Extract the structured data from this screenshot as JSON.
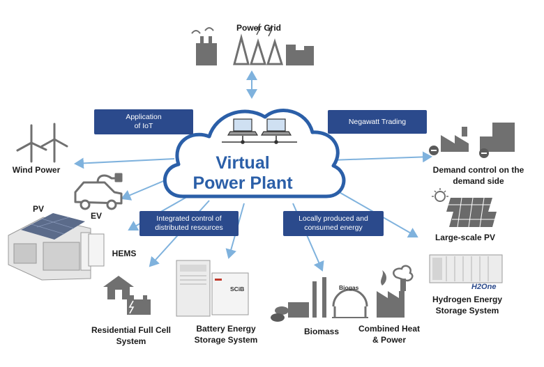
{
  "center": {
    "title_line1": "Virtual",
    "title_line2": "Power Plant"
  },
  "boxes": {
    "application_iot": [
      "Application",
      "of IoT"
    ],
    "negawatt_trading": "Negawatt Trading",
    "integrated_control": [
      "Integrated control of",
      "distributed resources"
    ],
    "locally_produced": [
      "Locally produced and",
      "consumed energy"
    ]
  },
  "nodes": {
    "power_grid": "Power Grid",
    "wind_power": "Wind Power",
    "ev": "EV",
    "pv": "PV",
    "hems": "HEMS",
    "residential": [
      "Residential Full Cell",
      "System"
    ],
    "battery": [
      "Battery Energy",
      "Storage System"
    ],
    "biomass": "Biomass",
    "biogas": "Biogas",
    "chp": [
      "Combined Heat",
      "& Power"
    ],
    "hydrogen": [
      "Hydrogen Energy",
      "Storage System"
    ],
    "large_pv": "Large-scale PV",
    "demand_control": [
      "Demand control on the",
      "demand side"
    ]
  },
  "device_labels": {
    "scib": "SCiB",
    "h2one": "H2One"
  },
  "colors": {
    "arrow": "#7fb2dd",
    "cloud_stroke": "#2b5fa8",
    "box_fill": "#2b4a8c",
    "icon": "#6f6f6f",
    "title": "#2b5fa8"
  }
}
